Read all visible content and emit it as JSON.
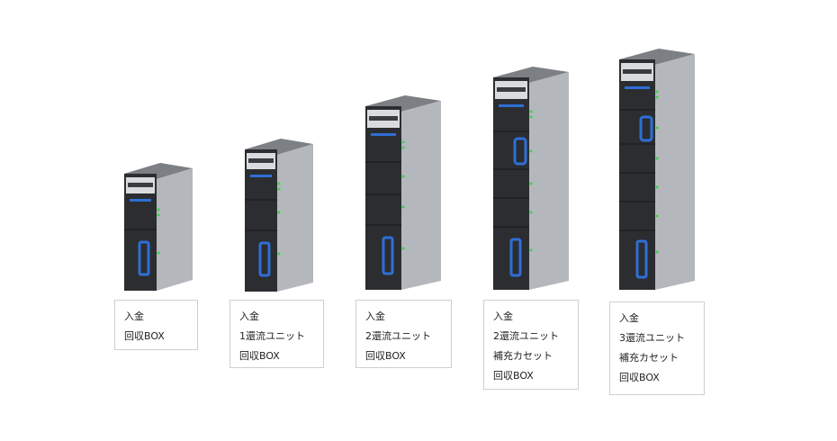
{
  "configurations": [
    {
      "labels": [
        "入金",
        "回収BOX"
      ]
    },
    {
      "labels": [
        "入金",
        "1還流ユニット",
        "回収BOX"
      ]
    },
    {
      "labels": [
        "入金",
        "2還流ユニット",
        "回収BOX"
      ]
    },
    {
      "labels": [
        "入金",
        "2還流ユニット",
        "補充カセット",
        "回収BOX"
      ]
    },
    {
      "labels": [
        "入金",
        "3還流ユニット",
        "補充カセット",
        "回収BOX"
      ]
    }
  ],
  "colors": {
    "body_dark": "#2b2d30",
    "body_side": "#b4b8bc",
    "body_top": "#7c8085",
    "accent_blue": "#2f6fd6",
    "led_green": "#3ccf4e",
    "caption_border": "#cfcfcf"
  }
}
